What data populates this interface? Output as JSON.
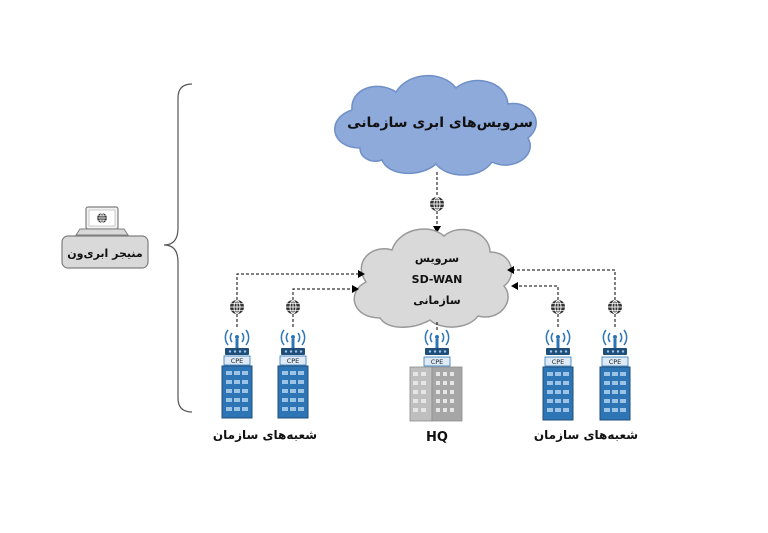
{
  "cloud_services": {
    "label": "سرویس‌های ابری سازمانی",
    "color": "#8eaadb"
  },
  "sdwan_cloud": {
    "line1": "سرویس",
    "line2": "SD-WAN",
    "line3": "سازمانی",
    "color": "#d9d9d9"
  },
  "cloud_manager": {
    "label": "منیجر ابری‌ون"
  },
  "cpe_label": "CPE",
  "branches_left": {
    "label": "شعبه‌های سازمان"
  },
  "branches_right": {
    "label": "شعبه‌های سازمان"
  },
  "hq": {
    "label": "HQ"
  },
  "colors": {
    "building_blue": "#2e75b6",
    "building_dark": "#1f4e79",
    "window": "#9dc3e6",
    "hq_gray": "#a6a6a6",
    "antenna": "#2e75b6"
  }
}
